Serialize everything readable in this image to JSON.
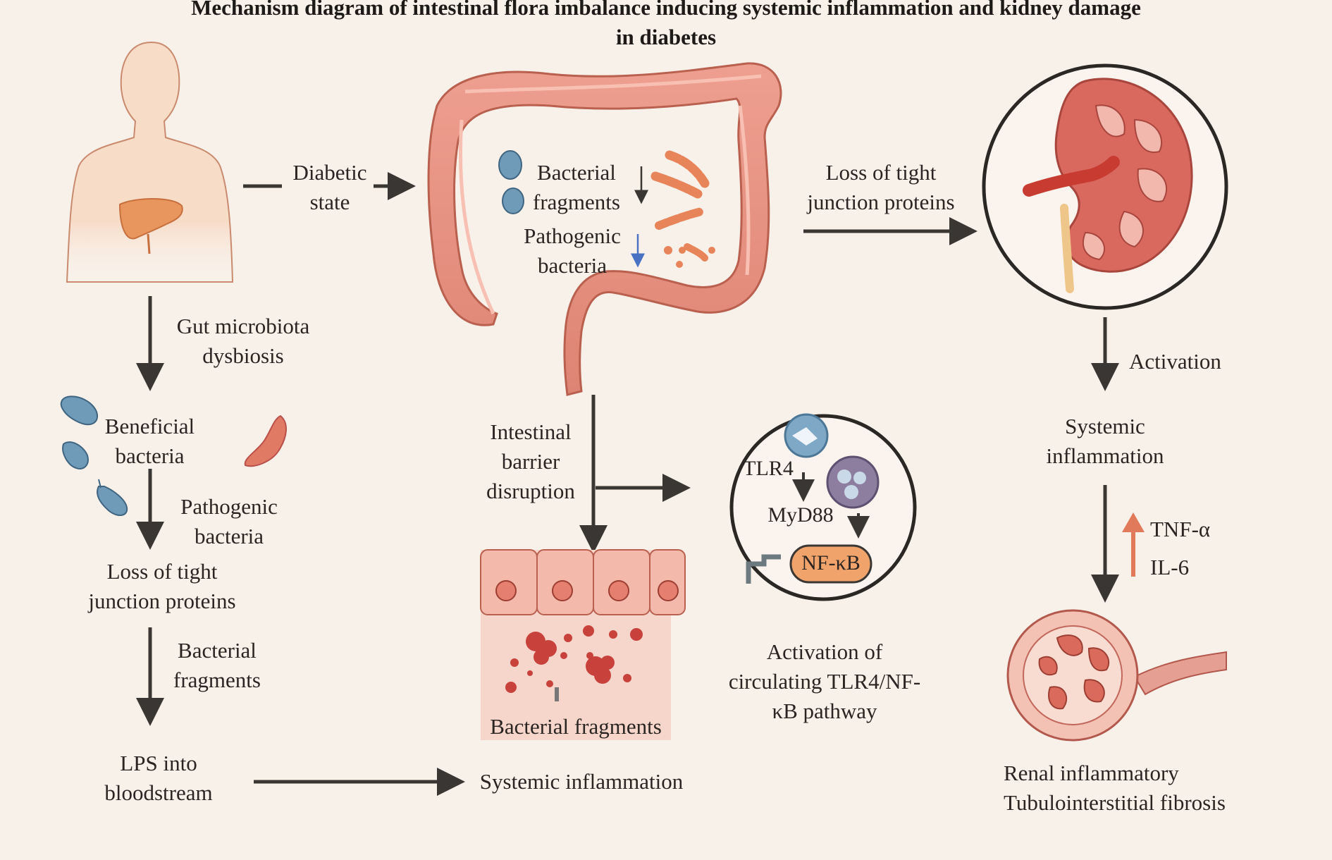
{
  "title": {
    "line1": "Mechanism diagram of intestinal flora imbalance inducing systemic inflammation and kidney damage",
    "line2": "in diabetes"
  },
  "labels": {
    "diabetic_state": [
      "Diabetic",
      "state"
    ],
    "gut_microbiota_dysbiosis": [
      "Gut microbiota",
      "dysbiosis"
    ],
    "beneficial_bacteria": [
      "Beneficial",
      "bacteria"
    ],
    "pathogenic_bacteria_left": [
      "Pathogenic",
      "bacteria"
    ],
    "loss_tight_junction_left": [
      "Loss of tight",
      "junction proteins"
    ],
    "bacterial_fragments_left": [
      "Bacterial",
      "fragments"
    ],
    "lps_into_bloodstream": [
      "LPS into",
      "bloodstream"
    ],
    "systemic_inflammation_bottom": "Systemic inflammation",
    "colon_bacterial_fragments": [
      "Bacterial",
      "fragments"
    ],
    "colon_pathogenic_bacteria": [
      "Pathogenic",
      "bacteria"
    ],
    "intestinal_barrier_disruption": [
      "Intestinal",
      "barrier",
      "disruption"
    ],
    "bacterial_fragments_bottom": "Bacterial fragments",
    "tlr4": "TLR4",
    "myd88": "MyD88",
    "nfkb": "NF-κB",
    "activation_tlr4_pathway": [
      "Activation of",
      "circulating TLR4/NF-",
      "κB pathway"
    ],
    "loss_tight_junction_right": [
      "Loss of tight",
      "junction proteins"
    ],
    "activation": "Activation",
    "systemic_inflammation_right": [
      "Systemic",
      "inflammation"
    ],
    "tnf_alpha": "TNF-α",
    "il6": "IL-6",
    "renal_outcome": [
      "Renal inflammatory",
      "Tubulointerstitial fibrosis"
    ]
  },
  "colors": {
    "background": "#f8f1ea",
    "arrow": "#3a3633",
    "bacteria_blue": "#6f9ab8",
    "colon": "#e58f80",
    "kidney": "#d9685f",
    "nfkb_fill": "#f0a36a",
    "up_arrow": "#e07a5a"
  },
  "icons": [
    "human-body-icon",
    "liver-icon",
    "colon-icon",
    "kidney-icon",
    "bacteria-icon",
    "epithelium-icon",
    "cell-icon",
    "fibrotic-kidney-icon"
  ]
}
